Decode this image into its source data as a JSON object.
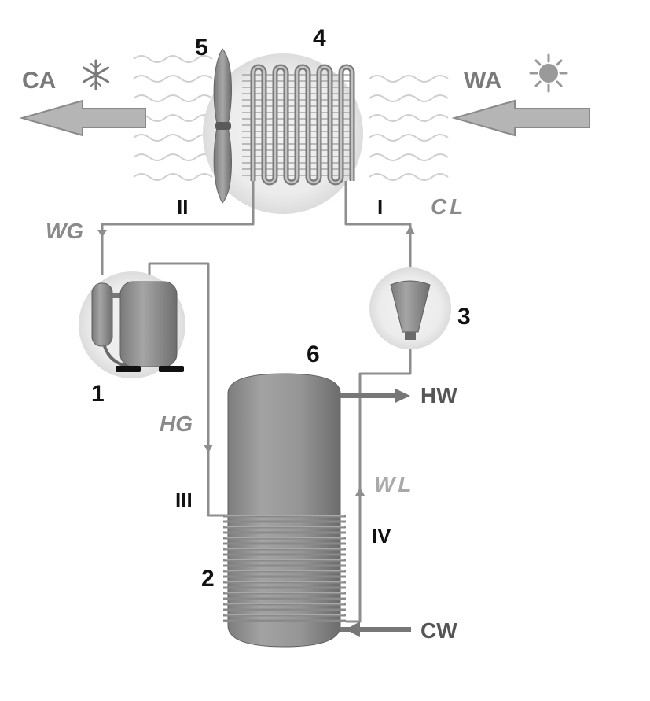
{
  "labels": {
    "cold_air": "CA",
    "warm_air": "WA",
    "hot_water": "HW",
    "cold_water": "CW",
    "warm_gas": "WG",
    "cold_liquid": "CL",
    "hot_gas": "HG",
    "warm_liquid": "WL"
  },
  "stages": {
    "s1": "I",
    "s2": "II",
    "s3": "III",
    "s4": "IV"
  },
  "components": {
    "compressor": "1",
    "condenser_coil": "2",
    "expansion_valve": "3",
    "evaporator": "4",
    "fan": "5",
    "tank": "6"
  },
  "colors": {
    "pipe": "#8e8e8e",
    "component": "#8f8f8f",
    "text_dark": "#111111",
    "text_grey": "#8a8a8a"
  },
  "icons": {
    "cold": "snowflake-icon",
    "warm": "sun-icon"
  }
}
